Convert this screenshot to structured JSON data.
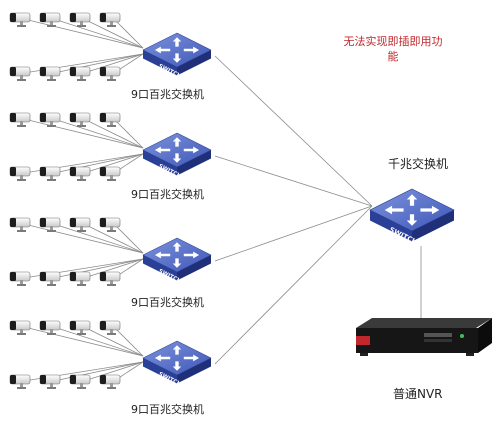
{
  "note": {
    "line1": "无法实现即插即用功",
    "line2": "能"
  },
  "core_switch": {
    "label": "千兆交换机",
    "badge": "SWITCH"
  },
  "nvr": {
    "label": "普通NVR"
  },
  "access_switches": [
    {
      "label": "9口百兆交换机",
      "badge": "SWITCH",
      "cameras": 8
    },
    {
      "label": "9口百兆交换机",
      "badge": "SWITCH",
      "cameras": 8
    },
    {
      "label": "9口百兆交换机",
      "badge": "SWITCH",
      "cameras": 8
    },
    {
      "label": "9口百兆交换机",
      "badge": "SWITCH",
      "cameras": 8
    }
  ],
  "colors": {
    "switch_top": "#5b73c9",
    "switch_side": "#2a3f96",
    "note": "#c0282d",
    "line": "#8c8c8c"
  }
}
